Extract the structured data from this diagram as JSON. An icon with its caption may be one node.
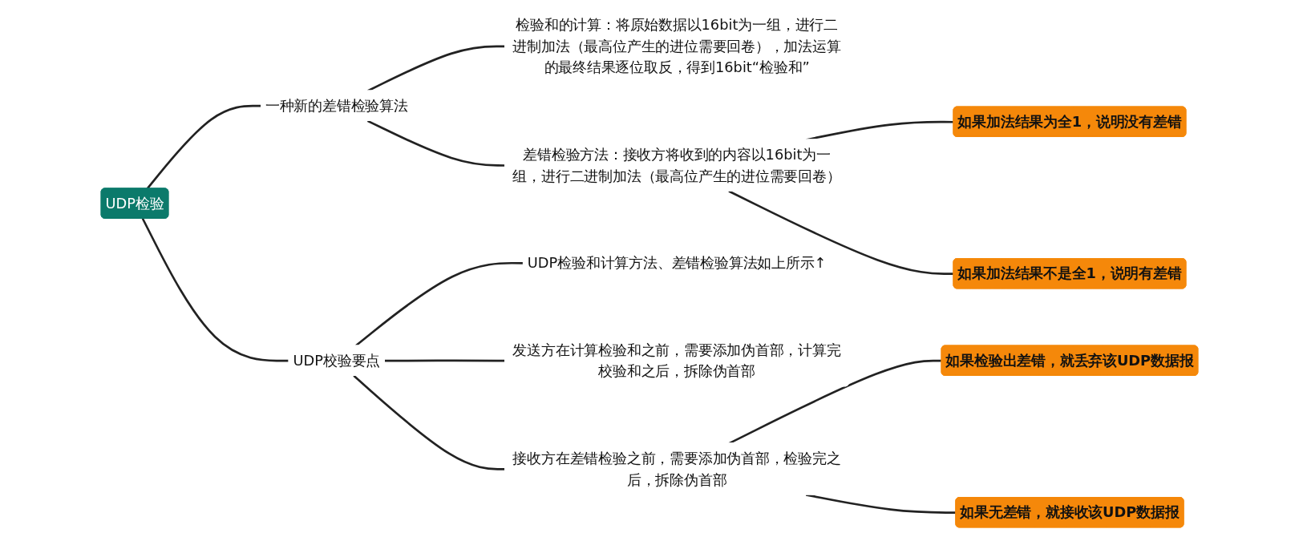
{
  "diagram": {
    "nodes": [
      {
        "text": [
          "UDP检验"
        ]
      },
      {
        "text": [
          "一种新的差错检验算法"
        ]
      },
      {
        "text": [
          "检验和的计算：将原始数据以16bit为一组，进行二进制加法（最高位产生的进位需要回卷），加法运算的最终结果逐位取反，得到16bit“检验和”"
        ]
      },
      {
        "text": [
          "差错检验方法：接收方将收到的内容以16bit为一组，进行二进制加法（最高位产生的进位需要回卷）"
        ]
      },
      {
        "text": [
          "如果加法结果为全1，说明没有差错"
        ]
      },
      {
        "text": [
          "如果加法结果不是全1，说明有差错"
        ]
      },
      {
        "text": [
          "UDP校验要点"
        ]
      },
      {
        "text": [
          "UDP检验和计算方法、差错检验算法如上所示↑"
        ]
      },
      {
        "text": [
          "发送方在计算检验和之前，需要添加伪首部，计算完校验和之后，拆除伪首部"
        ]
      },
      {
        "text": [
          "接收方在差错检验之前，需要添加伪首部，检验完之后，拆除伪首部"
        ]
      },
      {
        "text": [
          "如果检验出差错，就丢弃该UDP数据报"
        ]
      },
      {
        "text": [
          "如果无差错，就接收该UDP数据报"
        ]
      }
    ],
    "edges": [
      {
        "from": 0,
        "to": 1,
        "arrow": "none"
      },
      {
        "from": 1,
        "to": 2,
        "arrow": "none"
      },
      {
        "from": 1,
        "to": 3,
        "arrow": "none"
      },
      {
        "from": 3,
        "to": 4,
        "arrow": "none"
      },
      {
        "from": 3,
        "to": 5,
        "arrow": "none"
      },
      {
        "from": 0,
        "to": 6,
        "arrow": "none"
      },
      {
        "from": 6,
        "to": 7,
        "arrow": "none"
      },
      {
        "from": 6,
        "to": 8,
        "arrow": "none"
      },
      {
        "from": 6,
        "to": 9,
        "arrow": "none"
      },
      {
        "from": 9,
        "to": 10,
        "arrow": "none"
      },
      {
        "from": 9,
        "to": 11,
        "arrow": "none"
      }
    ]
  }
}
